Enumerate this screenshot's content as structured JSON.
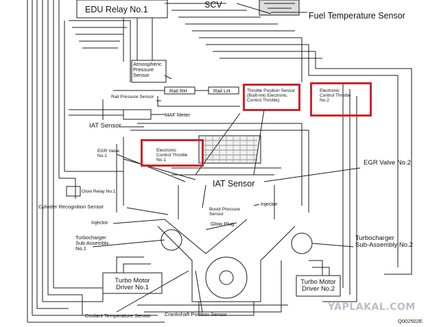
{
  "labels": {
    "edu_relay": "EDU Relay No.1",
    "scv": "SCV",
    "fuel_temp_sensor": "Fuel Temperature Sensor",
    "atmospheric_pressure_sensor": "Atmospheric\nPressure\nSensor",
    "rail_rh": "Rail RH",
    "rail_lh": "Rail LH",
    "rail_pressure_sensor": "Rail Pressure Sensor",
    "throttle_position_sensor": "Throttle Position Sensor\n(Built-into Electronic\nControl Throttle)",
    "electronic_control_throttle_2": "Electronic\nControl Throttle\nNo.2",
    "maf_meter": "MAF Meter",
    "iat_sensor_upper": "IAT Sensor",
    "egr_valve_1": "EGR Valve\nNo.1",
    "electronic_control_throttle_1": "Electronic\nControl Throttle\nNo.1",
    "egr_valve_2": "EGR Valve No.2",
    "glow_relay": "Glow Relay No.1",
    "iat_sensor_lower": "IAT Sensor",
    "cylinder_recognition_sensor": "Cylinder Recognition Sensor",
    "boost_pressure_sensor": "Boost Pressure\nSensor",
    "injector_left": "Injector",
    "injector_right": "Injector",
    "glow_plug": "Glow Plug",
    "turbocharger_1": "Turbocharger\nSub-Assembly\nNo.1",
    "turbocharger_2": "Turbocharger\nSub-Assembly No.2",
    "turbo_motor_driver_1": "Turbo Motor\nDriver No.1",
    "turbo_motor_driver_2": "Turbo Motor\nDriver No.2",
    "coolant_temp_sensor": "Coolant Temperature Sensor",
    "crankshaft_position_sensor": "Crankshaft Position Sensor",
    "figure_code": "Q002502E"
  },
  "watermark": "YAPLAKAL.COM",
  "colors": {
    "highlight": "#c9252c",
    "line": "#1a1a1a",
    "watermark": "#b8c0c8"
  }
}
